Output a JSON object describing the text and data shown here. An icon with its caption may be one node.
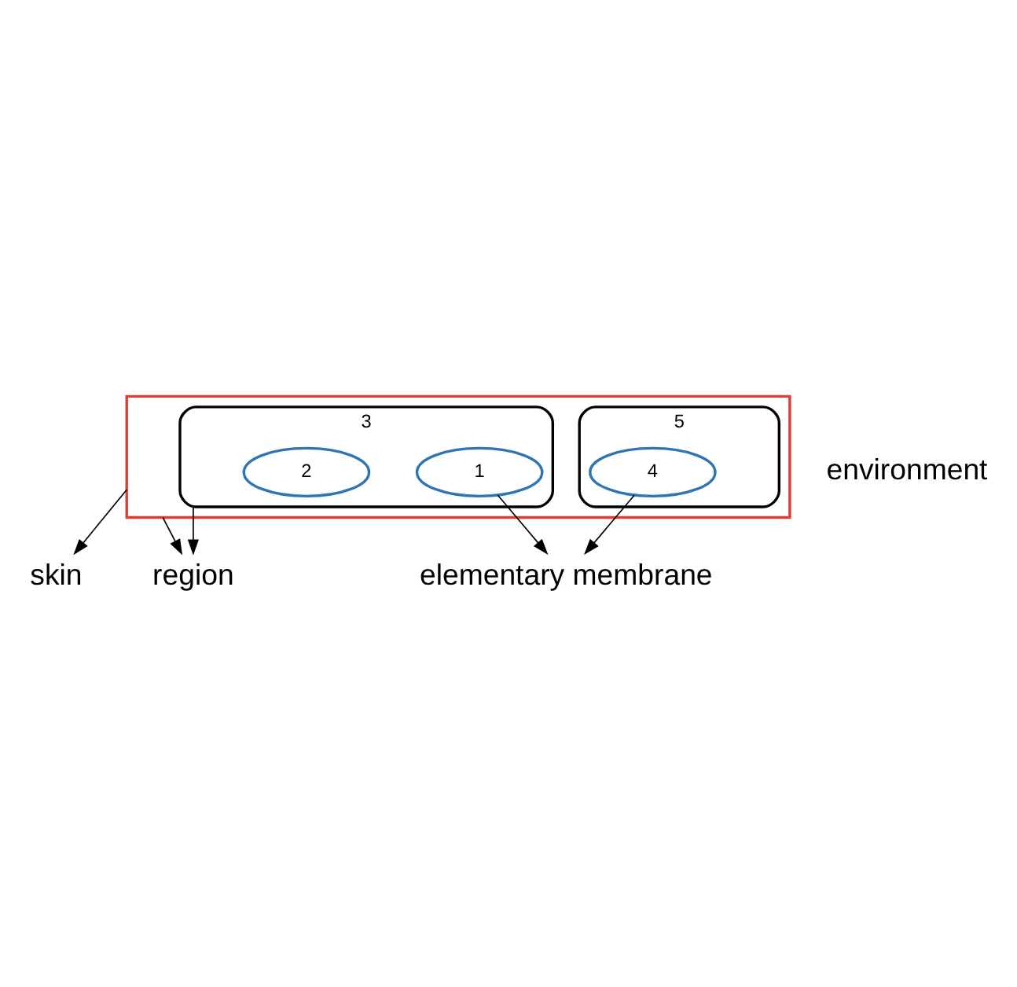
{
  "diagram": {
    "nodes": [
      {
        "text": [
          "region"
        ]
      },
      {
        "text": [
          "skin"
        ]
      },
      {
        "text": [],
        "shape": "box"
      },
      {
        "text": [
          "3"
        ],
        "in": 2
      },
      {
        "text": [
          "2"
        ],
        "in": 3
      },
      {
        "text": [
          "1"
        ],
        "in": 3
      },
      {
        "text": [
          "5"
        ],
        "in": 2
      },
      {
        "text": [
          "4"
        ],
        "in": 6
      },
      {
        "text": [
          "elementary membrane"
        ]
      }
    ],
    "edges": [
      {
        "from": 2,
        "to": 1,
        "arrow": "to"
      },
      {
        "from": 2,
        "to": 0,
        "arrow": "to"
      },
      {
        "from": 3,
        "to": 0,
        "arrow": "to"
      },
      {
        "from": 5,
        "to": 8,
        "arrow": "to"
      },
      {
        "from": 7,
        "to": 8,
        "arrow": "to"
      }
    ],
    "labels": [
      "environment"
    ]
  }
}
